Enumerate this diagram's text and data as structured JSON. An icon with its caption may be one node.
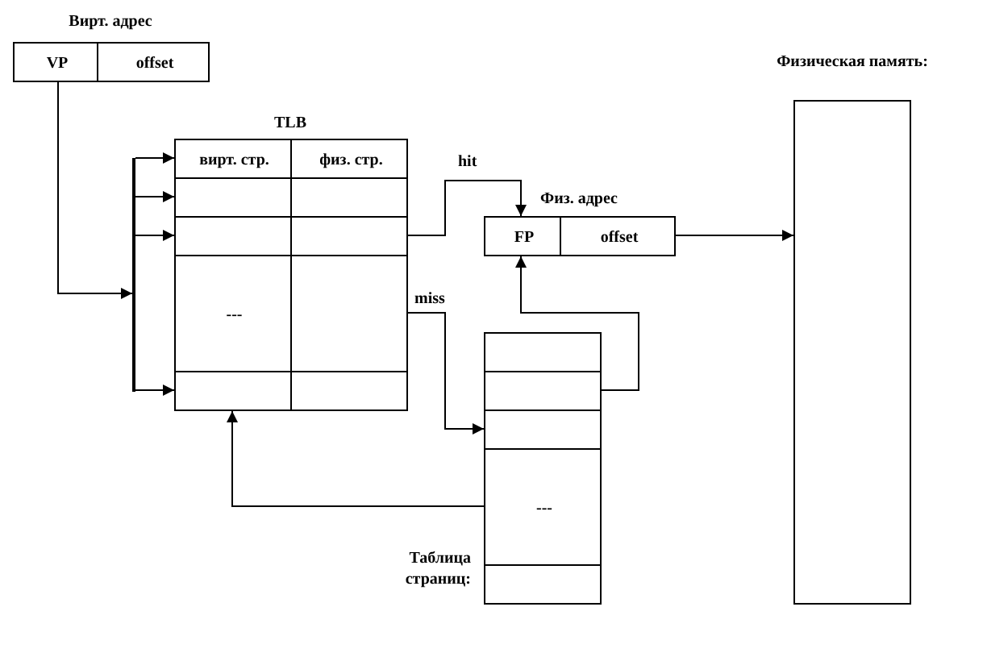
{
  "diagram": {
    "nodes": [
      {
        "text": [
          "Вирт. адрес"
        ]
      },
      {
        "text": [
          "VP"
        ],
        "in": 0
      },
      {
        "text": [
          "offset"
        ],
        "in": 0
      },
      {
        "text": [
          "TLB"
        ]
      },
      {
        "text": [
          "вирт. стр.",
          "физ. стр."
        ],
        "in": 3
      },
      {
        "text": [],
        "shape": "box",
        "in": 3
      },
      {
        "text": [],
        "shape": "box",
        "in": 3
      },
      {
        "text": [
          "---"
        ],
        "in": 3
      },
      {
        "text": [],
        "shape": "box",
        "in": 3
      },
      {
        "text": [],
        "shape": "bar"
      },
      {
        "text": [
          "Физ. адрес"
        ]
      },
      {
        "text": [
          "FP"
        ],
        "in": 10
      },
      {
        "text": [
          "offset"
        ],
        "in": 10
      },
      {
        "text": [
          "Физическая память:"
        ]
      },
      {
        "text": [],
        "shape": "box",
        "beside": [
          "Таблица страниц:"
        ]
      },
      {
        "text": [],
        "shape": "box",
        "in": 14
      },
      {
        "text": [],
        "shape": "box",
        "in": 14
      },
      {
        "text": [],
        "shape": "box",
        "in": 14
      },
      {
        "text": [
          "---"
        ],
        "in": 14
      },
      {
        "text": [],
        "shape": "box",
        "in": 14
      }
    ],
    "edges": [
      {
        "from": 1,
        "to": 9,
        "arrow": "to"
      },
      {
        "from": 9,
        "to": 4,
        "arrow": "to"
      },
      {
        "from": 9,
        "to": 5,
        "arrow": "to"
      },
      {
        "from": 9,
        "to": 6,
        "arrow": "to"
      },
      {
        "from": 9,
        "to": 8,
        "arrow": "to"
      },
      {
        "from": 6,
        "to": 11,
        "arrow": "to",
        "label": "hit"
      },
      {
        "from": 7,
        "to": 17,
        "arrow": "to",
        "label": "miss"
      },
      {
        "from": 10,
        "to": 13,
        "arrow": "to"
      },
      {
        "from": 16,
        "to": 11,
        "arrow": "to"
      },
      {
        "from": 18,
        "to": 3,
        "arrow": "to"
      }
    ]
  }
}
